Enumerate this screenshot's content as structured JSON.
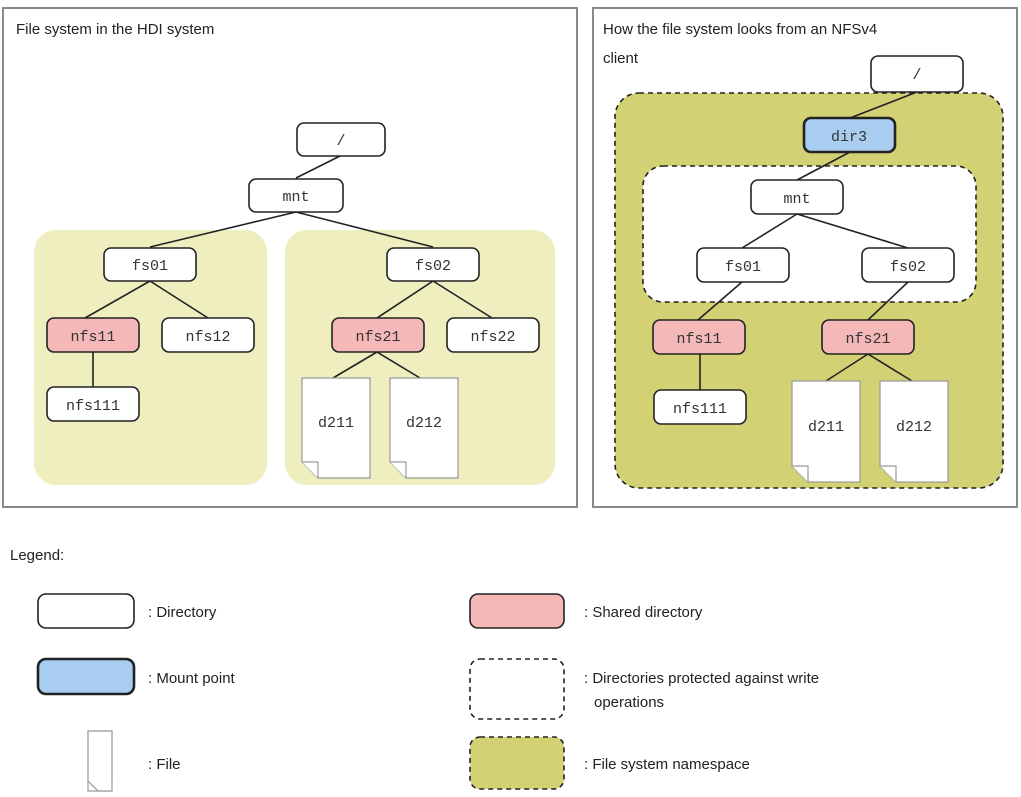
{
  "left_panel": {
    "title": "File system in the HDI system",
    "nodes": {
      "root": "/",
      "mnt": "mnt",
      "fs01": "fs01",
      "fs02": "fs02",
      "nfs11": "nfs11",
      "nfs12": "nfs12",
      "nfs21": "nfs21",
      "nfs22": "nfs22",
      "nfs111": "nfs111",
      "d211": "d211",
      "d212": "d212"
    }
  },
  "right_panel": {
    "title_line1": "How the file system looks from an NFSv4",
    "title_line2": "client",
    "nodes": {
      "root": "/",
      "dir3": "dir3",
      "mnt": "mnt",
      "fs01": "fs01",
      "fs02": "fs02",
      "nfs11": "nfs11",
      "nfs21": "nfs21",
      "nfs111": "nfs111",
      "d211": "d211",
      "d212": "d212"
    }
  },
  "legend": {
    "title": "Legend:",
    "directory": ": Directory",
    "shared_directory": ": Shared directory",
    "mount_point": ": Mount point",
    "protected_line1": ": Directories protected against write",
    "protected_line2": "operations",
    "file": ": File",
    "namespace": ": File system namespace"
  },
  "colors": {
    "directory": "#ffffff",
    "shared_directory": "#f5b8b8",
    "mount_point": "#a9cdf0",
    "namespace_zone": "#d2d274",
    "filesystem_zone": "#eeeebf"
  }
}
